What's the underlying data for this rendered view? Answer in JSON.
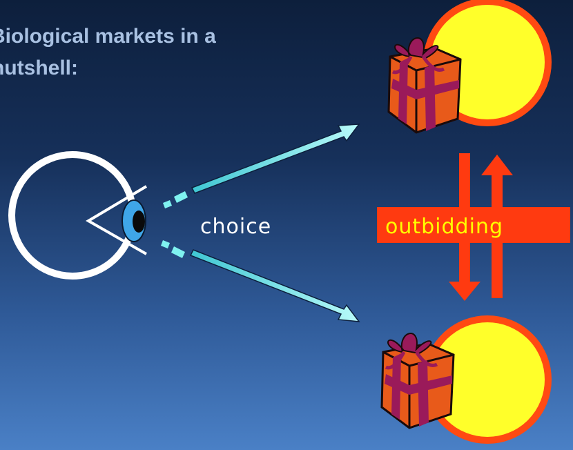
{
  "title": {
    "line1": "Biological markets in a",
    "line2": "nutshell:"
  },
  "diagram": {
    "choice_label": "choice",
    "outbidding_label": "outbidding",
    "colors": {
      "background_top": "#0d1f3c",
      "background_bottom": "#4a80c6",
      "title": "#a9c1e2",
      "choice_arrow": "#7ff2f0",
      "partner_fill": "#ffff2a",
      "partner_ring": "#ff4a12",
      "outbid_arrow": "#ff3a10",
      "outbid_box": "#ff3a10",
      "outbid_text": "#ffff00",
      "eye_iris": "#3fa6e8",
      "gift_box": "#e85a1a",
      "gift_ribbon": "#9a1a5a"
    },
    "icons": [
      "chooser-circle",
      "eye-icon",
      "gift-icon",
      "partner-circle",
      "arrow-up",
      "arrow-down"
    ]
  }
}
